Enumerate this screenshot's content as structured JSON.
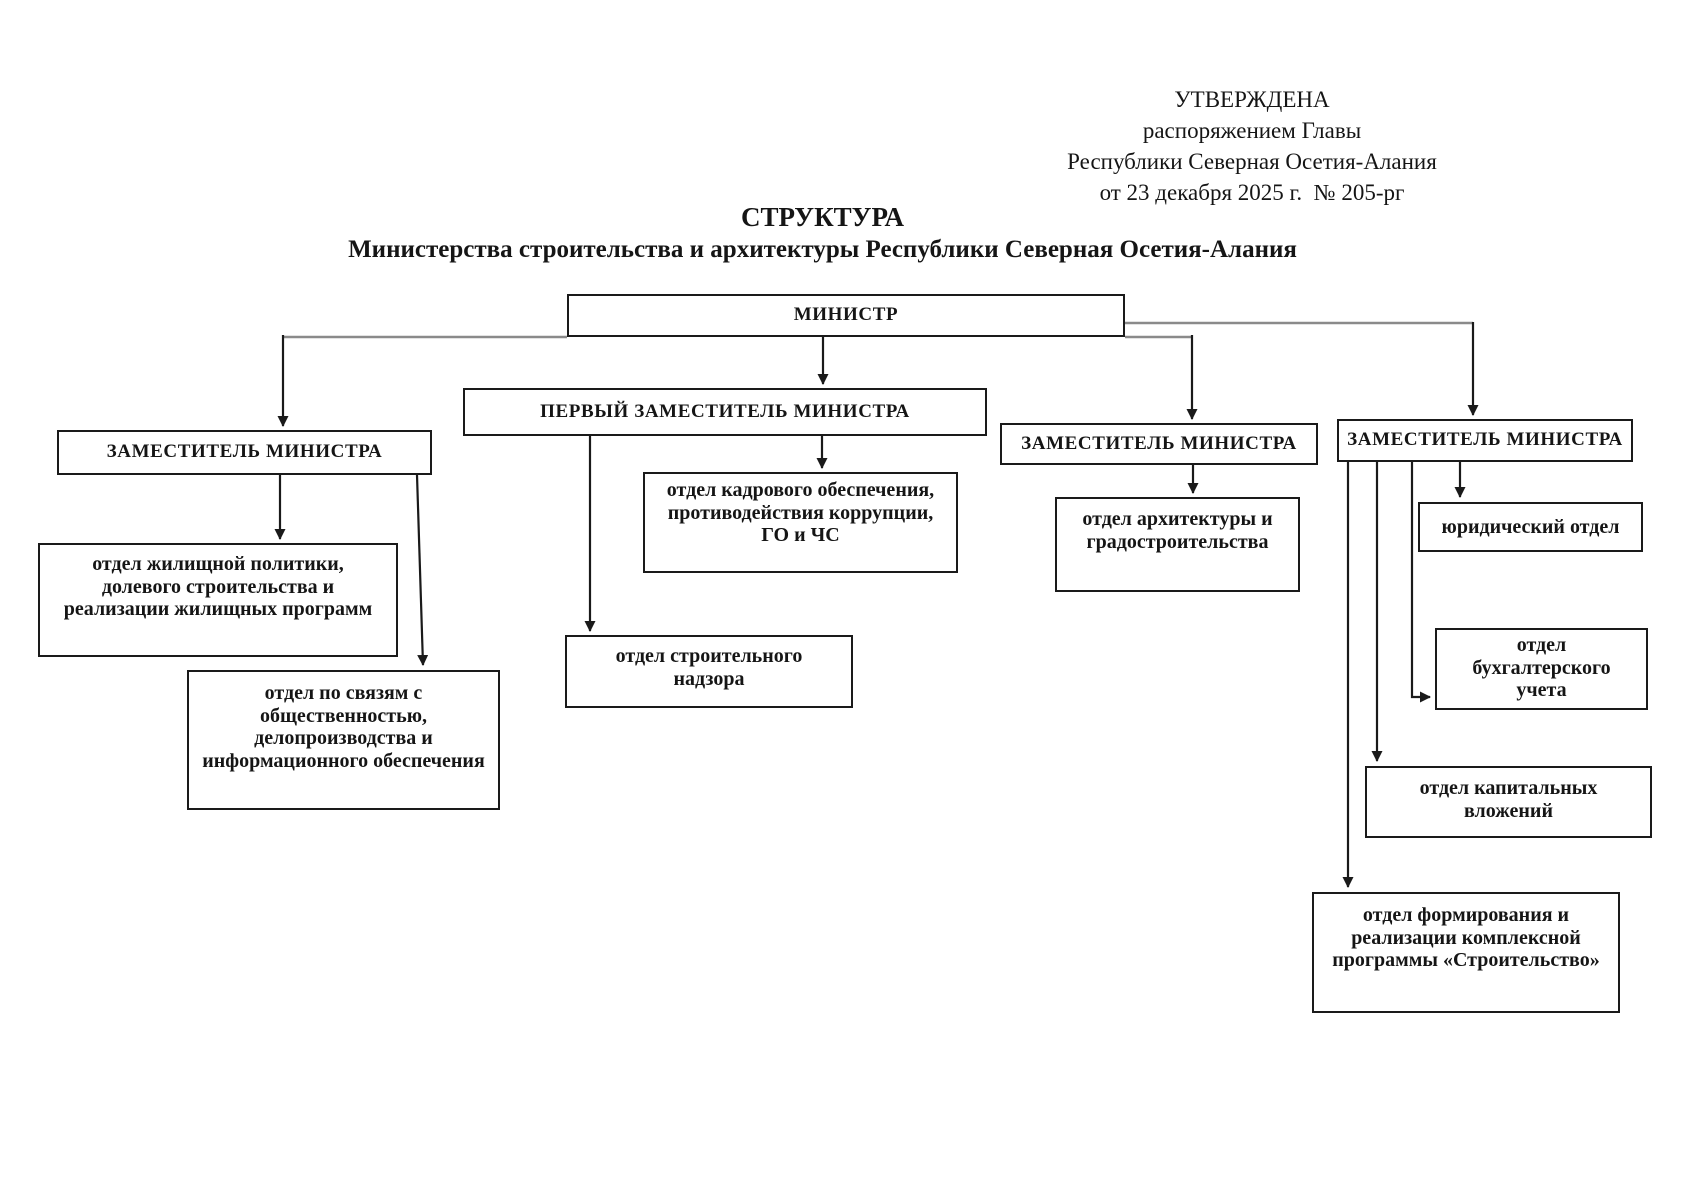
{
  "approval": {
    "line1": "УТВЕРЖДЕНА",
    "line2": "распоряжением Главы",
    "line3": "Республики Северная Осетия-Алания",
    "line4": "от 23 декабря 2025 г.  № 205-рг"
  },
  "title": {
    "main": "СТРУКТУРА",
    "subtitle": "Министерства строительства и архитектуры Республики Северная Осетия-Алания"
  },
  "org": {
    "minister": {
      "label": "МИНИСТР"
    },
    "deputy_housing": {
      "label": "ЗАМЕСТИТЕЛЬ МИНИСТРА"
    },
    "first_deputy": {
      "label": "ПЕРВЫЙ ЗАМЕСТИТЕЛЬ МИНИСТРА"
    },
    "deputy_architecture": {
      "label": "ЗАМЕСТИТЕЛЬ МИНИСТРА"
    },
    "deputy_finance": {
      "label": "ЗАМЕСТИТЕЛЬ МИНИСТРА"
    },
    "dept_housing_policy": {
      "line1": "отдел жилищной политики,",
      "line2": "долевого строительства и",
      "line3": "реализации жилищных программ"
    },
    "dept_public_relations": {
      "line1": "отдел по связям с",
      "line2": "общественностью,",
      "line3": "делопроизводства и",
      "line4": "информационного обеспечения"
    },
    "dept_hr_corruption": {
      "line1": "отдел кадрового обеспечения,",
      "line2": "противодействия коррупции,",
      "line3": "ГО и ЧС"
    },
    "dept_construction_supervision": {
      "line1": "отдел строительного",
      "line2": "надзора"
    },
    "dept_architecture_urban": {
      "line1": "отдел архитектуры и",
      "line2": "градостроительства"
    },
    "dept_legal": {
      "line1": "юридический отдел"
    },
    "dept_accounting": {
      "line1": "отдел",
      "line2": "бухгалтерского",
      "line3": "учета"
    },
    "dept_capital_investments": {
      "line1": "отдел капитальных",
      "line2": "вложений"
    },
    "dept_program_stroitelstvo": {
      "line1": "отдел формирования и",
      "line2": "реализации комплексной",
      "line3": "программы «Строительство»"
    }
  }
}
